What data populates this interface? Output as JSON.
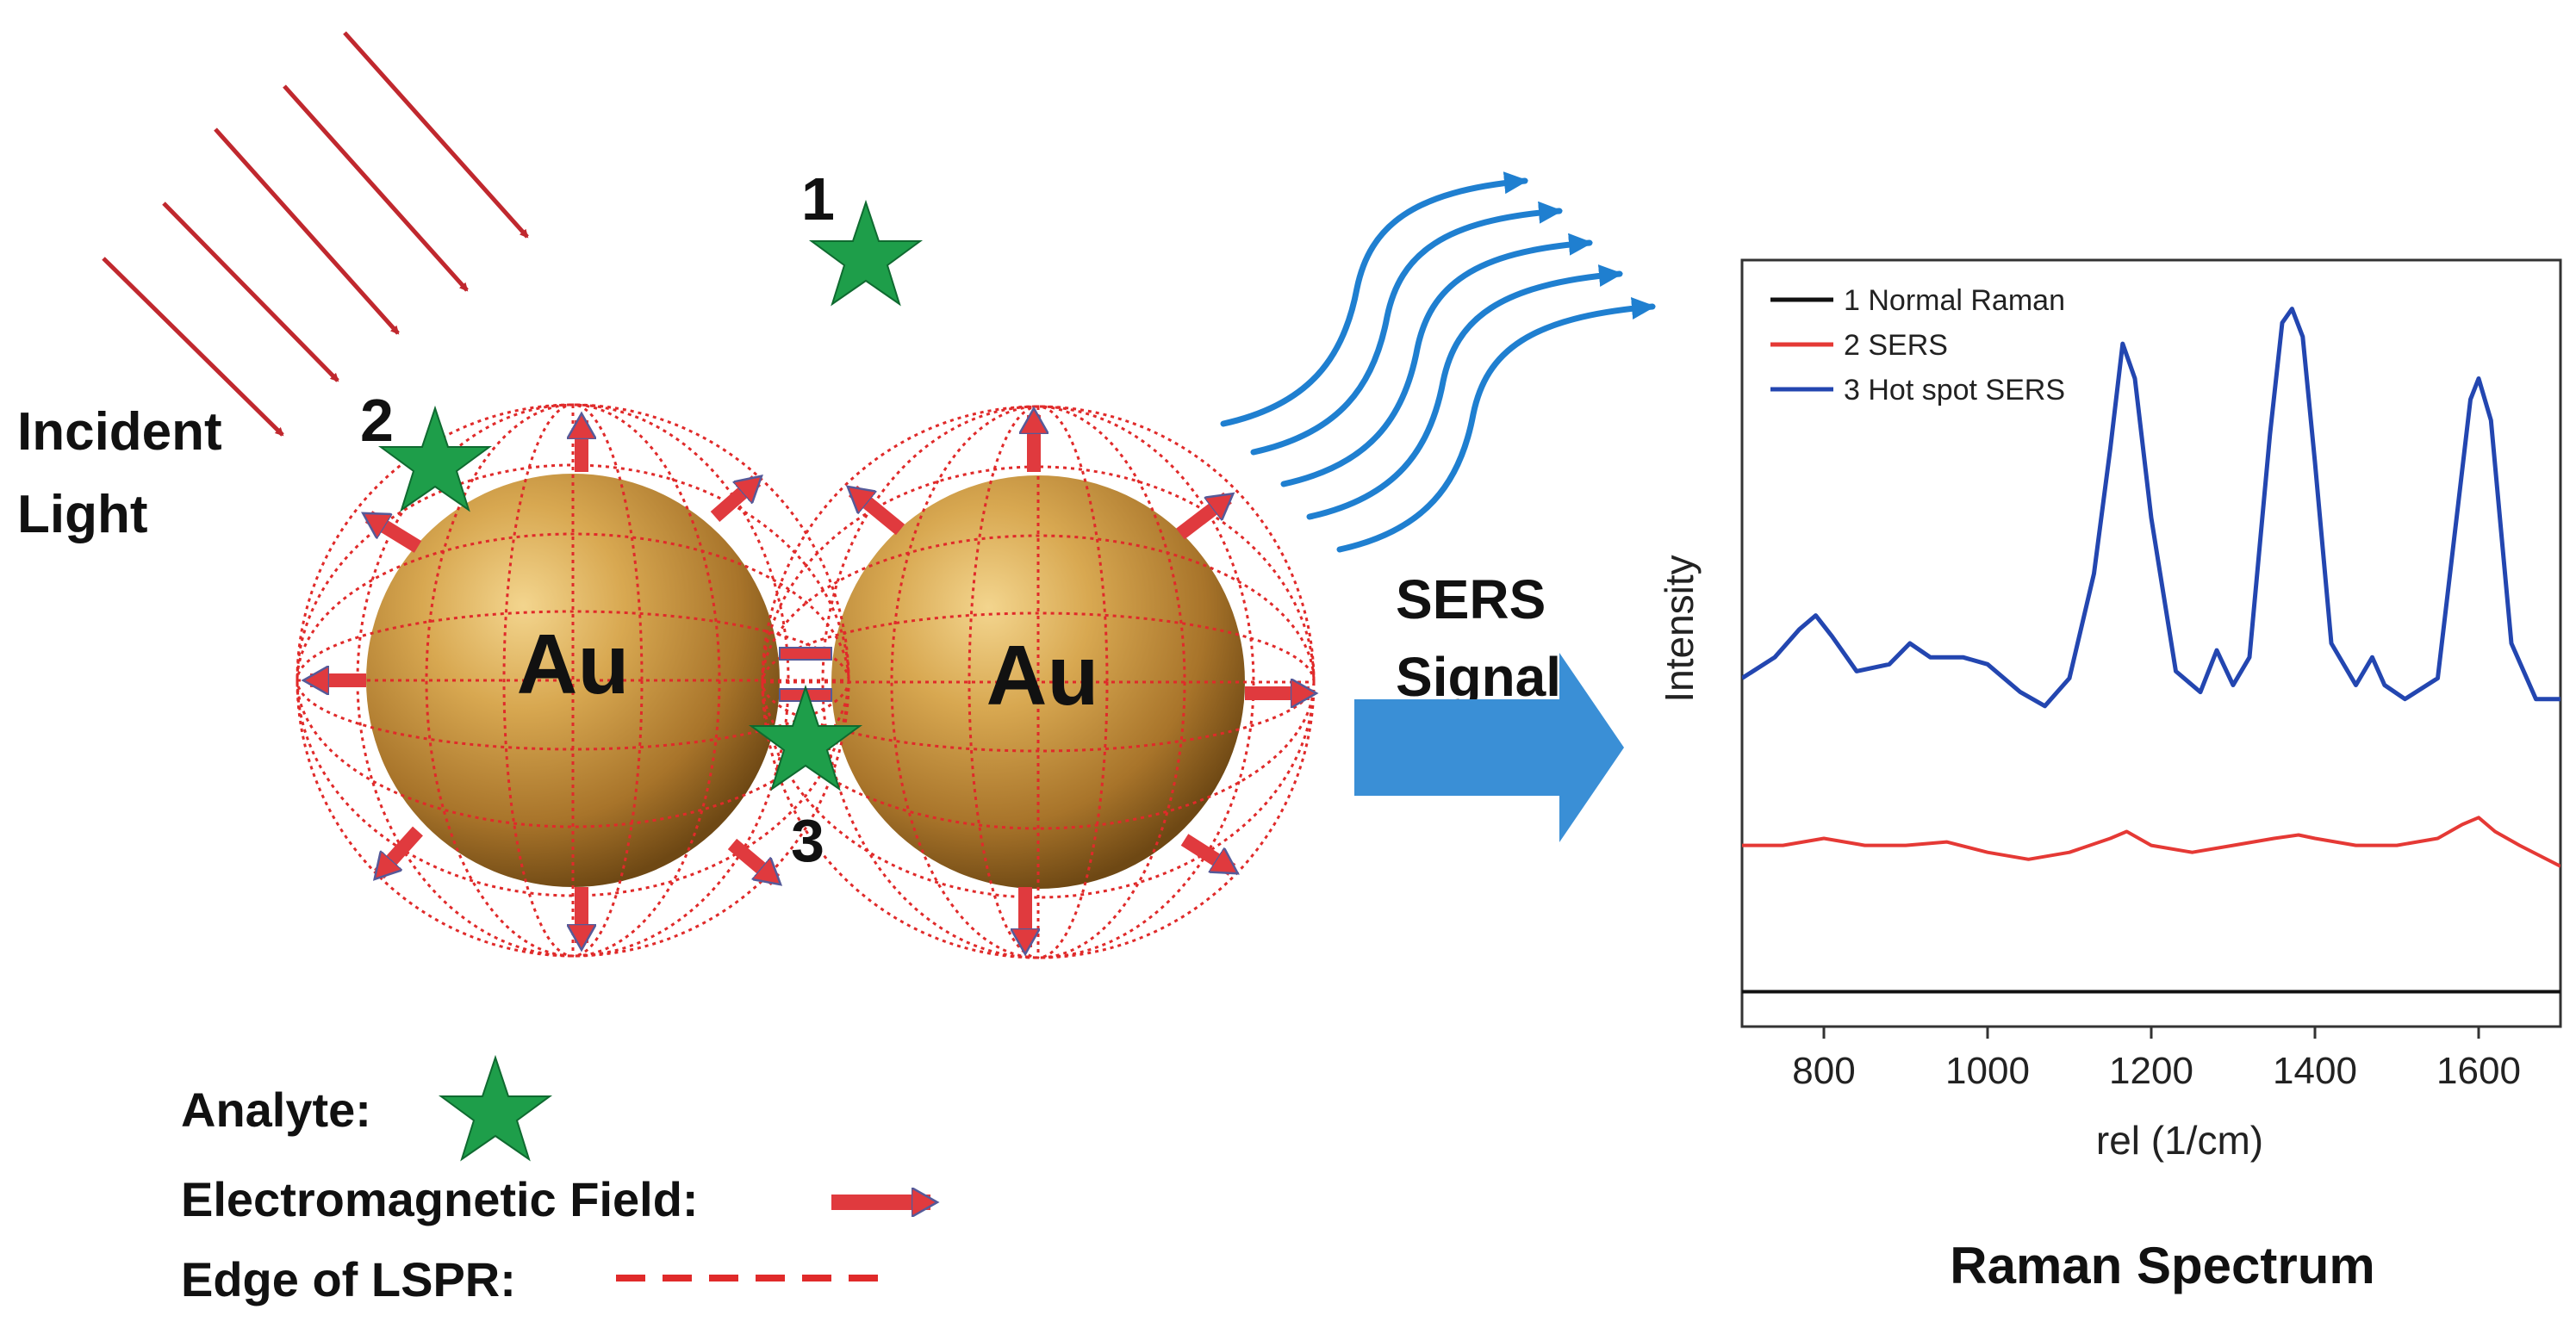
{
  "labels": {
    "incident_line1": "Incident",
    "incident_line2": "Light",
    "site1": "1",
    "site2": "2",
    "site3": "3",
    "particle_left": "Au",
    "particle_right": "Au",
    "sers_line1": "SERS",
    "sers_line2": "Signal"
  },
  "legend": {
    "analyte": "Analyte:",
    "em_field": "Electromagnetic Field:",
    "lspr_edge": "Edge of LSPR:"
  },
  "colors": {
    "incident_light": "#c0282e",
    "analyte_star": "#1e9e4a",
    "field_arrow": "#e03a3e",
    "lspr_edge": "#e02a2a",
    "gold": "#c8963c",
    "signal_wave": "#1f7fd0",
    "big_arrow": "#3a8fd6"
  },
  "chart_data": {
    "type": "line",
    "title": "Raman Spectrum",
    "xlabel": "rel (1/cm)",
    "ylabel": "Intensity",
    "xlim": [
      700,
      1700
    ],
    "ylim": [
      -0.05,
      1.05
    ],
    "xticks": [
      800,
      1000,
      1200,
      1400,
      1600
    ],
    "legend_position": "top-left",
    "series": [
      {
        "name": "1 Normal Raman",
        "color": "#111111",
        "x": [
          700,
          1700
        ],
        "y": [
          0.0,
          0.0
        ]
      },
      {
        "name": "2 SERS",
        "color": "#e53935",
        "x": [
          700,
          750,
          800,
          850,
          900,
          950,
          1000,
          1050,
          1100,
          1150,
          1170,
          1200,
          1250,
          1300,
          1350,
          1380,
          1400,
          1450,
          1500,
          1550,
          1580,
          1600,
          1620,
          1650,
          1700
        ],
        "y": [
          0.21,
          0.21,
          0.22,
          0.21,
          0.21,
          0.215,
          0.2,
          0.19,
          0.2,
          0.22,
          0.23,
          0.21,
          0.2,
          0.21,
          0.22,
          0.225,
          0.22,
          0.21,
          0.21,
          0.22,
          0.24,
          0.25,
          0.23,
          0.21,
          0.18
        ]
      },
      {
        "name": "3 Hot spot SERS",
        "color": "#2346b0",
        "x": [
          700,
          740,
          770,
          790,
          810,
          840,
          880,
          905,
          930,
          970,
          1000,
          1040,
          1070,
          1100,
          1130,
          1150,
          1165,
          1180,
          1200,
          1230,
          1260,
          1280,
          1300,
          1320,
          1345,
          1360,
          1372,
          1385,
          1400,
          1420,
          1450,
          1470,
          1485,
          1510,
          1550,
          1575,
          1590,
          1600,
          1615,
          1640,
          1670,
          1700
        ],
        "y": [
          0.45,
          0.48,
          0.52,
          0.54,
          0.51,
          0.46,
          0.47,
          0.5,
          0.48,
          0.48,
          0.47,
          0.43,
          0.41,
          0.45,
          0.6,
          0.78,
          0.93,
          0.88,
          0.68,
          0.46,
          0.43,
          0.49,
          0.44,
          0.48,
          0.8,
          0.96,
          0.98,
          0.94,
          0.76,
          0.5,
          0.44,
          0.48,
          0.44,
          0.42,
          0.45,
          0.7,
          0.85,
          0.88,
          0.82,
          0.5,
          0.42,
          0.42
        ]
      }
    ]
  }
}
